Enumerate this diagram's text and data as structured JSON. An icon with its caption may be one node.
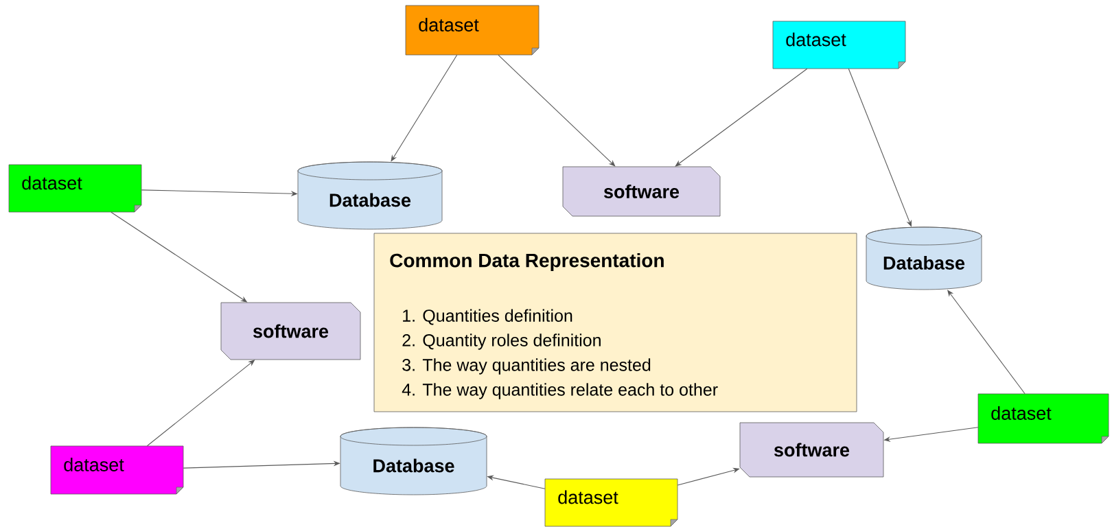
{
  "diagram": {
    "nodes": [
      {
        "text": [
          "dataset"
        ]
      },
      {
        "text": [
          "dataset"
        ]
      },
      {
        "text": [
          "dataset"
        ]
      },
      {
        "text": [
          "Database"
        ]
      },
      {
        "text": [
          "software"
        ]
      },
      {
        "text": [
          "Database"
        ]
      },
      {
        "text": [
          "software"
        ]
      },
      {
        "text": [
          "Common Data Representation",
          "1. Quantities definition",
          "2. Quantity roles definition",
          "3. The way quantities are nested",
          "4. The way quantities relate each to other"
        ]
      },
      {
        "text": [
          "dataset"
        ]
      },
      {
        "text": [
          "Database"
        ]
      },
      {
        "text": [
          "dataset"
        ]
      },
      {
        "text": [
          "software"
        ]
      },
      {
        "text": [
          "dataset"
        ]
      }
    ],
    "edges": [
      {
        "from": 0,
        "to": 3,
        "arrow": "to"
      },
      {
        "from": 0,
        "to": 4,
        "arrow": "to"
      },
      {
        "from": 1,
        "to": 4,
        "arrow": "to"
      },
      {
        "from": 1,
        "to": 5,
        "arrow": "to"
      },
      {
        "from": 2,
        "to": 3,
        "arrow": "to"
      },
      {
        "from": 2,
        "to": 6,
        "arrow": "to"
      },
      {
        "from": 8,
        "to": 6,
        "arrow": "to"
      },
      {
        "from": 8,
        "to": 9,
        "arrow": "to"
      },
      {
        "from": 10,
        "to": 9,
        "arrow": "to"
      },
      {
        "from": 10,
        "to": 11,
        "arrow": "to"
      },
      {
        "from": 12,
        "to": 11,
        "arrow": "to"
      },
      {
        "from": 12,
        "to": 5,
        "arrow": "to"
      }
    ]
  }
}
